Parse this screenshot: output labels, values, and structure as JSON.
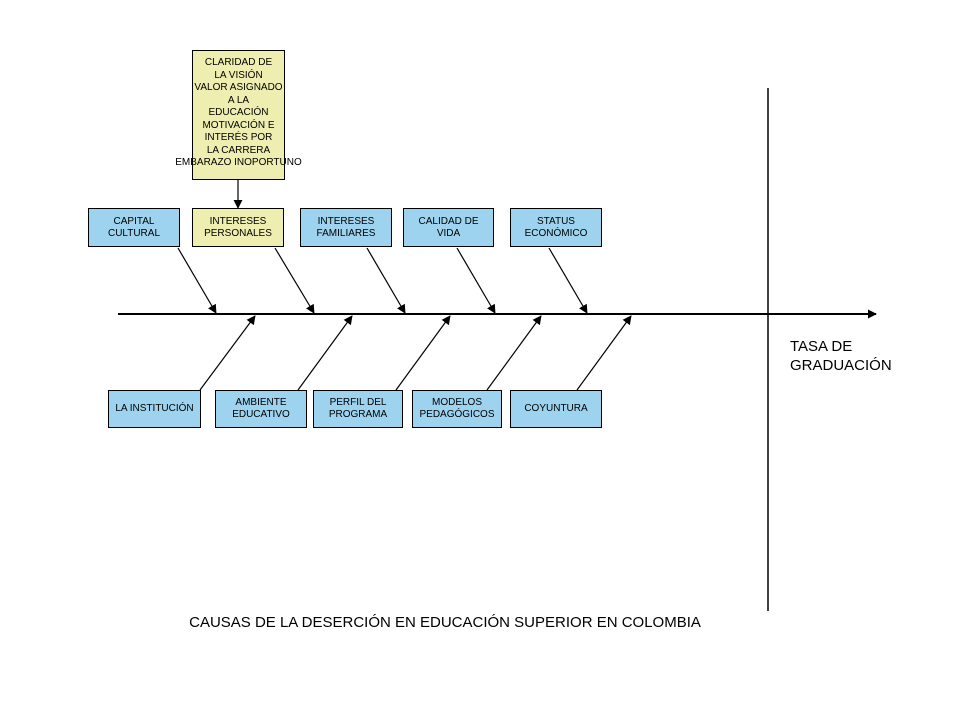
{
  "diagram": {
    "caption": "CAUSAS DE LA DESERCIÓN EN EDUCACIÓN SUPERIOR EN COLOMBIA",
    "effect": "TASA DE\nGRADUACIÓN",
    "note": "CLARIDAD DE\nLA VISIÓN\nVALOR ASIGNADO\nA LA\nEDUCACIÓN\nMOTIVACIÓN E\nINTERÉS POR\nLA CARRERA\nEMBARAZO INOPORTUNO",
    "top_causes": [
      {
        "label": "CAPITAL\nCULTURAL",
        "color": "#9dd3ee"
      },
      {
        "label": "INTERESES\nPERSONALES",
        "color": "#eeeeb0"
      },
      {
        "label": "INTERESES\nFAMILIARES",
        "color": "#9dd3ee"
      },
      {
        "label": "CALIDAD DE\nVIDA",
        "color": "#9dd3ee"
      },
      {
        "label": "STATUS\nECONÓMICO",
        "color": "#9dd3ee"
      }
    ],
    "bottom_causes": [
      {
        "label": "LA INSTITUCIÓN",
        "color": "#9dd3ee"
      },
      {
        "label": "AMBIENTE\nEDUCATIVO",
        "color": "#9dd3ee"
      },
      {
        "label": "PERFIL DEL\nPROGRAMA",
        "color": "#9dd3ee"
      },
      {
        "label": "MODELOS\nPEDAGÓGICOS",
        "color": "#9dd3ee"
      },
      {
        "label": "COYUNTURA",
        "color": "#9dd3ee"
      }
    ]
  }
}
